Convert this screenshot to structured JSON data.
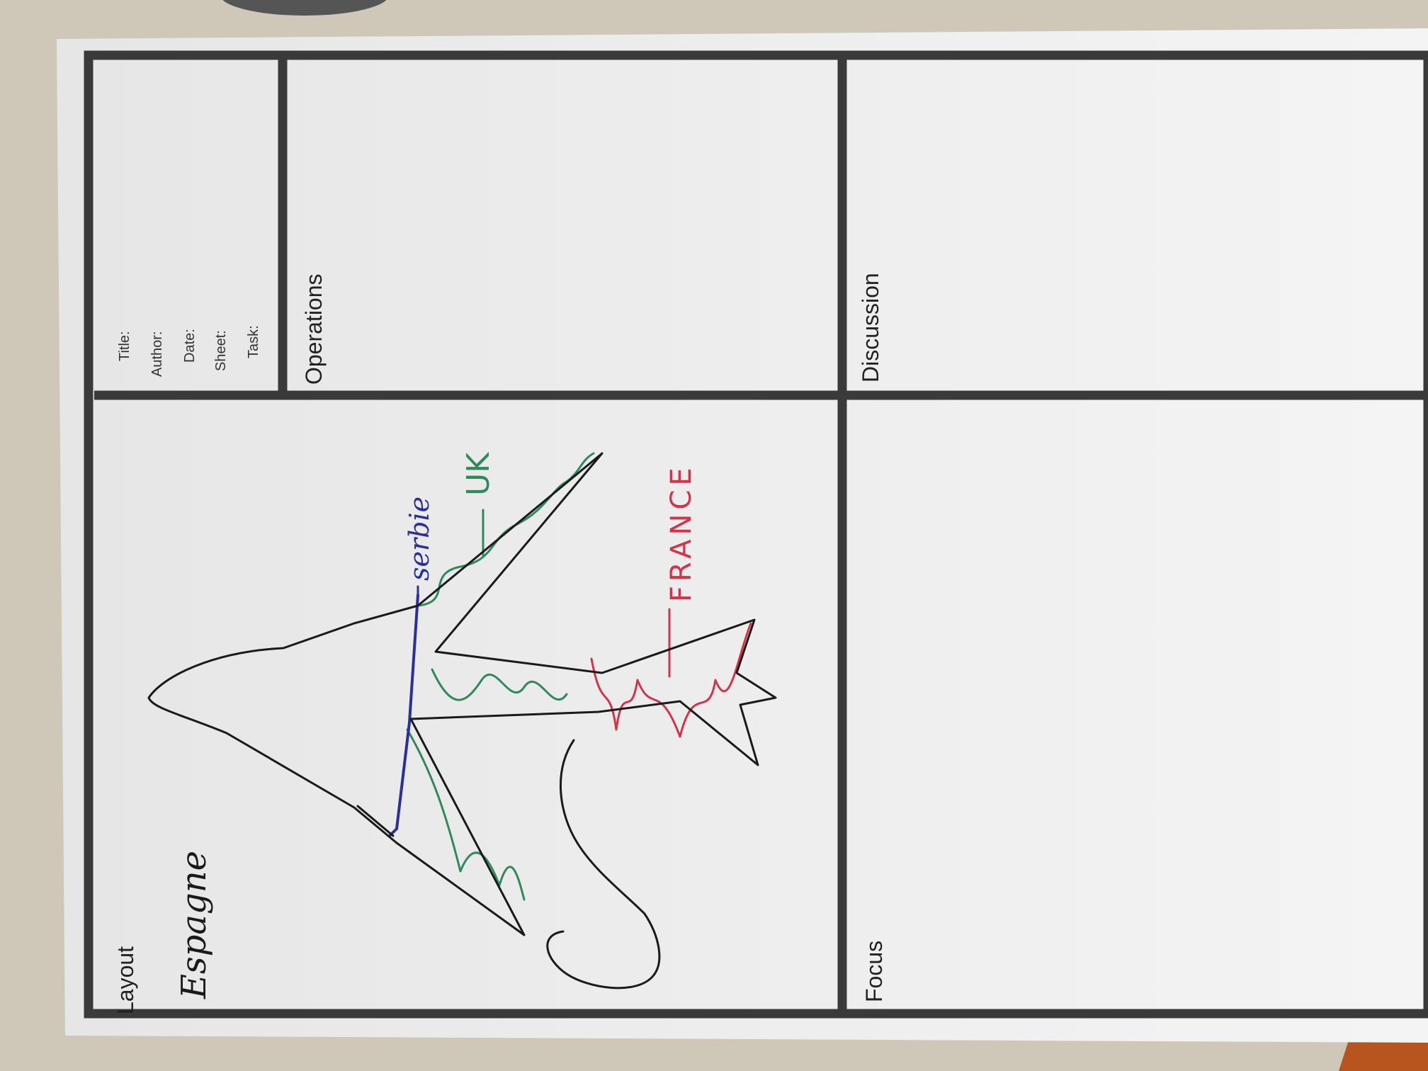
{
  "sheet": {
    "panels": {
      "layout": "Layout",
      "operations": "Operations",
      "discussion": "Discussion",
      "focus": "Focus"
    },
    "metadata": {
      "title_label": "Title:",
      "author_label": "Author:",
      "date_label": "Date:",
      "sheet_label": "Sheet:",
      "task_label": "Task:"
    }
  },
  "sketch": {
    "subject": "airplane outline",
    "annotations": {
      "espagne": "Espagne",
      "serbie": "serbie",
      "uk": "UK",
      "france": "FRANCE"
    },
    "colors": {
      "outline": "#1a1a1a",
      "serbie": "#2a2f9a",
      "uk": "#2f8a5a",
      "france": "#d0354a",
      "frame": "#3a3a3a",
      "paper": "#eeeeee",
      "background": "#cfc8b8",
      "floor": "#b8551f"
    }
  }
}
